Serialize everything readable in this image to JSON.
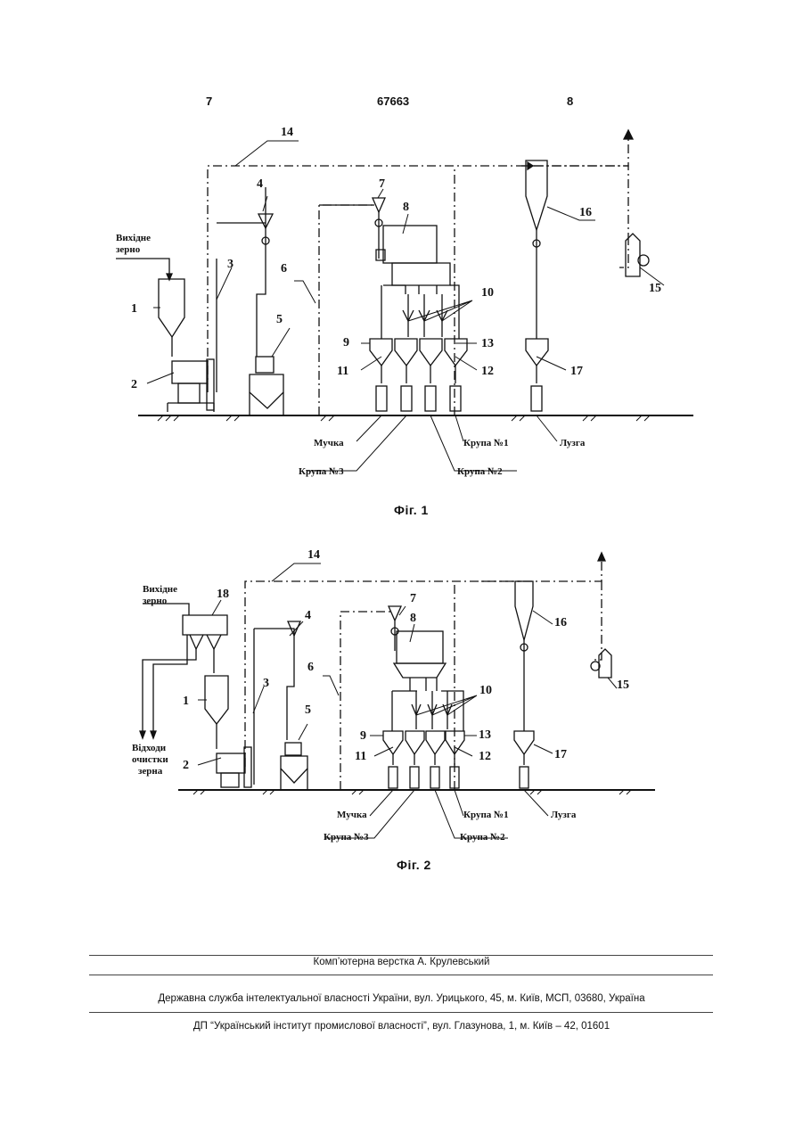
{
  "header": {
    "left_page": "7",
    "patent_number": "67663",
    "right_page": "8"
  },
  "figure1": {
    "caption": "Фіг. 1",
    "numbers": [
      "1",
      "2",
      "3",
      "4",
      "5",
      "6",
      "7",
      "8",
      "9",
      "10",
      "11",
      "12",
      "13",
      "14",
      "15",
      "16",
      "17"
    ],
    "input_line1": "Вихідне",
    "input_line2": "зерно",
    "product_flour": "Мучка",
    "product_grits1": "Крупа №1",
    "product_grits2": "Крупа №2",
    "product_grits3": "Крупа №3",
    "product_husk": "Лузга"
  },
  "figure2": {
    "caption": "Фіг. 2",
    "numbers": [
      "1",
      "2",
      "3",
      "4",
      "5",
      "6",
      "7",
      "8",
      "9",
      "10",
      "11",
      "12",
      "13",
      "14",
      "15",
      "16",
      "17",
      "18"
    ],
    "input_line1": "Вихідне",
    "input_line2": "зерно",
    "waste_line1": "Відходи",
    "waste_line2": "очистки",
    "waste_line3": "зерна",
    "product_flour": "Мучка",
    "product_grits1": "Крупа №1",
    "product_grits2": "Крупа №2",
    "product_grits3": "Крупа №3",
    "product_husk": "Лузга"
  },
  "footer": {
    "layout_credit": "Комп’ютерна верстка А. Крулевський",
    "agency": "Державна служба інтелектуальної власності України, вул. Урицького, 45, м. Київ, МСП, 03680, Україна",
    "institute": "ДП “Український інститут промислової власності”, вул. Глазунова, 1, м. Київ – 42, 01601"
  }
}
